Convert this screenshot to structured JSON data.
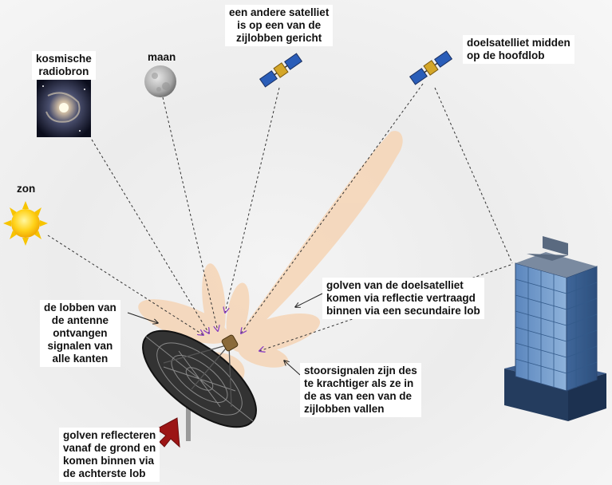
{
  "labels": {
    "cosmic": "kosmische\nradiobron",
    "moon": "maan",
    "other_satellite": "een andere satelliet\nis op een van de\nzijlobben gericht",
    "target_satellite": "doelsatelliet midden\nop de hoofdlob",
    "sun": "zon",
    "reflection": "golven van de doelsatelliet\nkomen via reflectie vertraagd\nbinnen via een secundaire lob",
    "lobes": "de lobben van\nde antenne\nontvangen\nsignalen van\nalle kanten",
    "interference": "stoorsignalen zijn des\nte krachtiger als ze in\nde as van een van de\nzijlobben vallen",
    "ground": "golven reflecteren\nvanaf de grond en\nkomen binnen via\nde achterste lob"
  },
  "colors": {
    "lobe_fill": "#f6d2b0",
    "arrow_line": "#333333",
    "arrow_head": "#8a3fc0",
    "ground_arrow": "#9c1515",
    "dish": "#1a1a1a",
    "building_glass": "#6f97c9",
    "sun": "#ffd21a"
  },
  "icons": [
    "galaxy-icon",
    "moon-icon",
    "satellite-icon",
    "sun-icon",
    "dish-antenna-icon",
    "building-icon",
    "ground-reflection-arrow-icon"
  ]
}
